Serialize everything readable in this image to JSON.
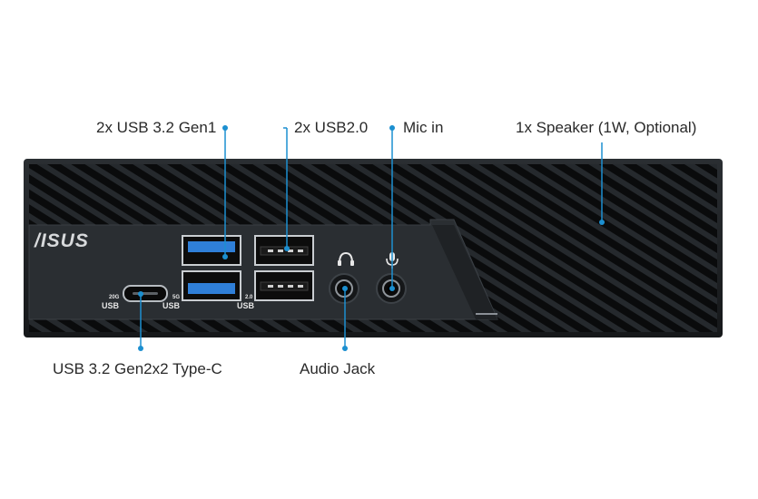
{
  "brand": {
    "logo_text": "/ISUS"
  },
  "callouts": {
    "usb32_gen1": "2x USB 3.2 Gen1",
    "usb20": "2x USB2.0",
    "mic_in": "Mic in",
    "speaker": "1x Speaker (1W, Optional)",
    "typec": "USB 3.2 Gen2x2 Type-C",
    "audio_jack": "Audio Jack"
  },
  "port_markings": {
    "typec_top": "20G",
    "typec_bottom": "USB",
    "usb3_top": "5G",
    "usb3_bottom": "USB",
    "usb2_top": "2.0",
    "usb2_bottom": "USB"
  },
  "colors": {
    "chassis": "#1d2023",
    "vent": "#0b0c0d",
    "panel": "#2b2f33",
    "usb3_blue": "#2f7fd8",
    "callout_blue": "#1c8fd0"
  }
}
